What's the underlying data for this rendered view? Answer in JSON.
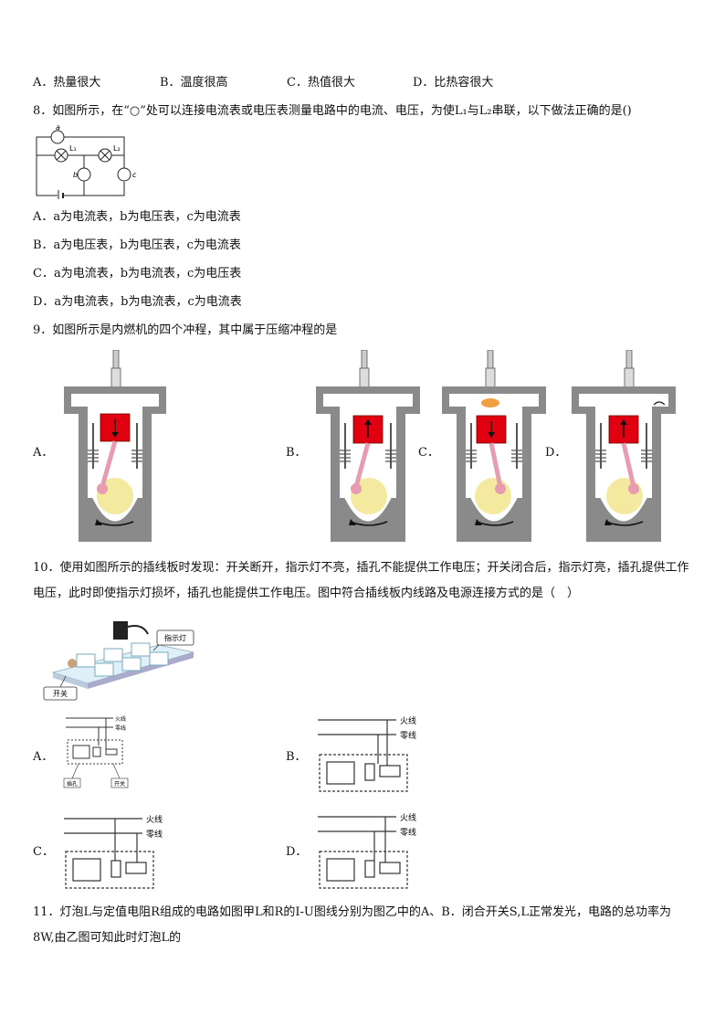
{
  "q7_options": [
    "A．热量很大",
    "B．温度很高",
    "C．热值很大",
    "D．比热容很大"
  ],
  "q8": {
    "text": "8．如图所示，在“○”处可以连接电流表或电压表测量电路中的电流、电压，为使L₁与L₂串联，以下做法正确的是()",
    "circuit_labels": {
      "a": "a",
      "b": "b",
      "c": "c",
      "L1": "L₁",
      "L2": "L₂"
    },
    "options": [
      "A．a为电流表，b为电压表，c为电流表",
      "B．a为电压表，b为电压表，c为电流表",
      "C．a为电流表，b为电流表，c为电压表",
      "D．a为电流表，b为电流表，c为电流表"
    ]
  },
  "q9": {
    "text": "9．如图所示是内燃机的四个冲程，其中属于压缩冲程的是",
    "option_labels": [
      "A．",
      "B．",
      "C．",
      "D．"
    ]
  },
  "q10": {
    "text": "10．使用如图所示的插线板时发现：开关断开，指示灯不亮，插孔不能提供工作电压；开关闭合后，指示灯亮，插孔提供工作电压，此时即使指示灯损坏，插孔也能提供工作电压。图中符合插线板内线路及电源连接方式的是（　）",
    "photo_labels": {
      "indicator": "指示灯",
      "switch": "开关"
    },
    "option_labels": [
      "A．",
      "B．",
      "C．",
      "D．"
    ],
    "wire_labels": {
      "live": "火线",
      "neutral": "零线"
    },
    "diagram_a_labels": {
      "socket": "插孔",
      "switch": "开关"
    }
  },
  "q11": {
    "text": "11．灯泡L与定值电阻R组成的电路如图甲L和R的I-U图线分别为图乙中的A、B．闭合开关S,L正常发光，电路的总功率为8W,由乙图可知此时灯泡L的"
  }
}
